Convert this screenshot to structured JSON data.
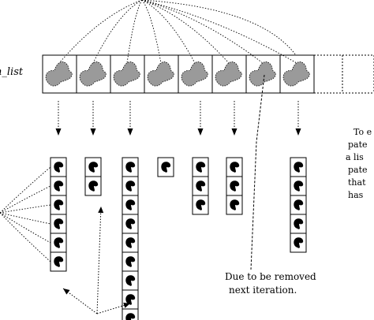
{
  "labels": {
    "list_name": "n_list",
    "removal_note_line1": "Due to be removed",
    "removal_note_line2": "next iteration.",
    "side_text": [
      "To e",
      "pate",
      "a lis",
      "pate",
      "that",
      "has"
    ]
  },
  "colors": {
    "blob_fill": "#9a9a9a",
    "line": "#000000",
    "background": "#ffffff"
  },
  "patch_list": {
    "filled_cells": 8,
    "empty_cells": 2
  },
  "columns": [
    {
      "patches": 6
    },
    {
      "patches": 2
    },
    {
      "patches": 9
    },
    {
      "patches": 1
    },
    {
      "patches": 3
    },
    {
      "patches": 3
    },
    {
      "patches": 0,
      "removed": true
    },
    {
      "patches": 5
    }
  ]
}
